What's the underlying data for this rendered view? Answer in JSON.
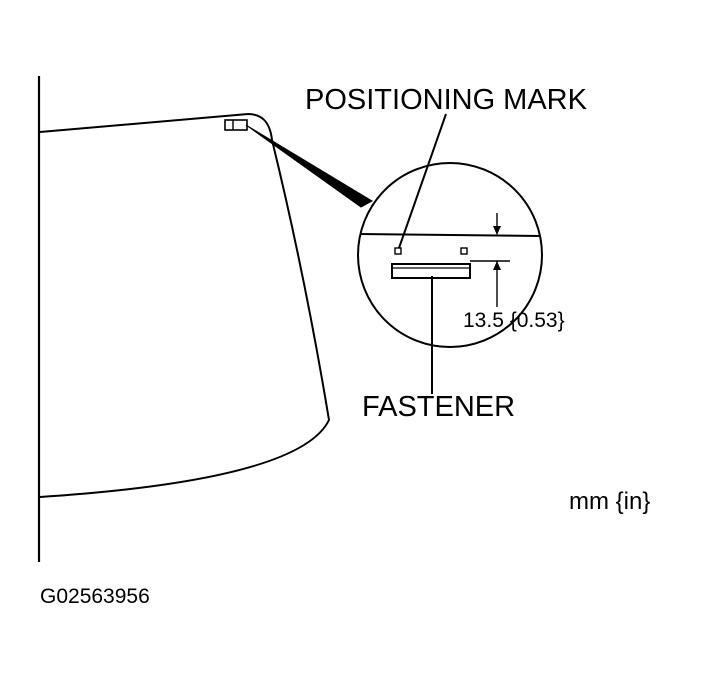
{
  "labels": {
    "positioning_mark": "POSITIONING MARK",
    "fastener": "FASTENER",
    "dimension": "13.5 {0.53}",
    "units": "mm {in}",
    "figure_id": "G02563956"
  }
}
